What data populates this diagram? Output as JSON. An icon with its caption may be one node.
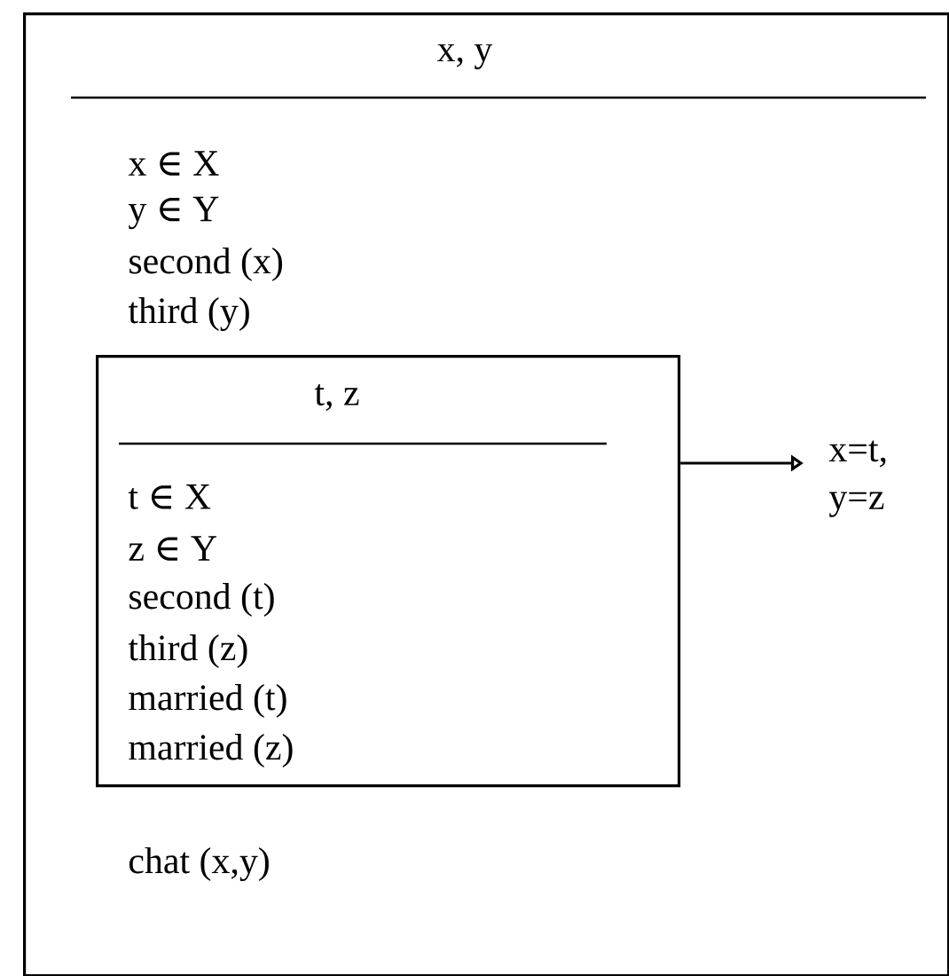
{
  "diagram": {
    "nodes": [
      {
        "text": [
          "x, y",
          "x ∈ X",
          "y ∈ Y",
          "second (x)",
          "third (y)",
          "chat (x,y)"
        ]
      },
      {
        "text": [
          "t, z",
          "t ∈ X",
          "z ∈ Y",
          "second (t)",
          "third (z)",
          "married (t)",
          "married (z)"
        ],
        "in": 0
      },
      {
        "text": [
          "x=t, y=z"
        ],
        "in": 0
      }
    ],
    "edges": [
      {
        "from": 1,
        "to": 2,
        "arrow": "to"
      }
    ]
  }
}
